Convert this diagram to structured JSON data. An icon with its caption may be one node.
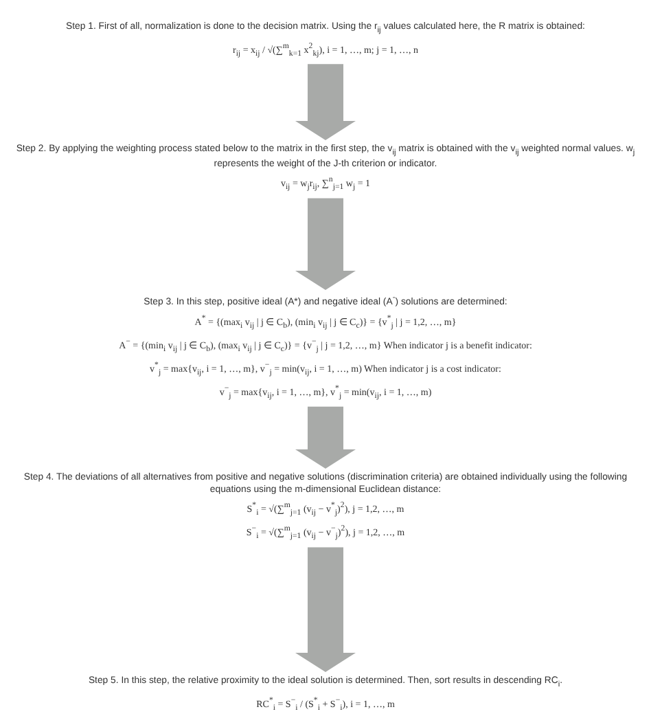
{
  "diagram": {
    "nodes": [
      {
        "text": [
          "Step 1. First of all, normalization is done to the decision matrix. Using the r$_{ij}$ values calculated here, the R matrix is obtained:",
          "r$_{ij}$ = x$_{ij}$ / √(∑$^{m}$$_{k=1}$ x$^{2}$$_{kj}$), i = 1, …, m; j = 1, …, n"
        ]
      },
      {
        "text": [
          "Step 2. By applying the weighting process stated below to the matrix in the first step, the v$_{ij}$ matrix is obtained with the v$_{ij}$ weighted normal values. w$_{j}$ represents the weight of the J-th criterion or indicator.",
          "v$_{ij}$ = w$_{j}$r$_{ij}$, ∑$^{n}$$_{j=1}$ w$_{j}$ = 1"
        ]
      },
      {
        "text": [
          "Step 3. In this step, positive ideal (A*) and negative ideal (A$^{-}$) solutions are determined:",
          "A$^{*}$ = {(max$_{i}$ v$_{ij}$ | j ∈ C$_{b}$), (min$_{i}$ v$_{ij}$ | j ∈ C$_{c}$)} = {v$^{*}$$_{j}$ | j = 1,2, …, m}",
          "A$^{−}$ = {(min$_{i}$ v$_{ij}$ | j ∈ C$_{b}$), (max$_{i}$ v$_{ij}$ | j ∈ C$_{c}$)} = {v$^{−}$$_{j}$ | j = 1,2, …, m} When indicator j is a benefit indicator:",
          "v$^{*}$$_{j}$ = max{v$_{ij}$, i = 1, …, m}, v$^{−}$$_{j}$ = min(v$_{ij}$, i = 1, …, m) When indicator j is a cost indicator:",
          "v$^{−}$$_{j}$ = max{v$_{ij}$, i = 1, …, m}, v$^{*}$$_{j}$ = min(v$_{ij}$, i = 1, …, m)"
        ]
      },
      {
        "text": [
          "Step 4. The deviations of all alternatives from positive and negative solutions (discrimination criteria) are obtained individually using the following equations using the m-dimensional Euclidean distance:",
          "S$^{*}$$_{i}$ = √(∑$^{m}$$_{j=1}$ (v$_{ij}$ − v$^{*}$$_{j}$)$^{2}$), j = 1,2, …, m",
          "S$^{−}$$_{i}$ = √(∑$^{m}$$_{j=1}$ (v$_{ij}$ − v$^{−}$$_{j}$)$^{2}$), j = 1,2, …, m"
        ]
      },
      {
        "text": [
          "Step 5. In this step, the relative proximity to the ideal solution is determined. Then, sort results in descending RC$_{i}$.",
          "RC$^{*}$$_{i}$ = S$^{−}$$_{i}$ / (S$^{*}$$_{i}$ + S$^{−}$$_{i}$), i = 1, …, m"
        ]
      }
    ],
    "edges": [
      {
        "from": 0,
        "to": 1,
        "arrow": "to"
      },
      {
        "from": 1,
        "to": 2,
        "arrow": "to"
      },
      {
        "from": 2,
        "to": 3,
        "arrow": "to"
      },
      {
        "from": 3,
        "to": 4,
        "arrow": "to"
      }
    ]
  }
}
